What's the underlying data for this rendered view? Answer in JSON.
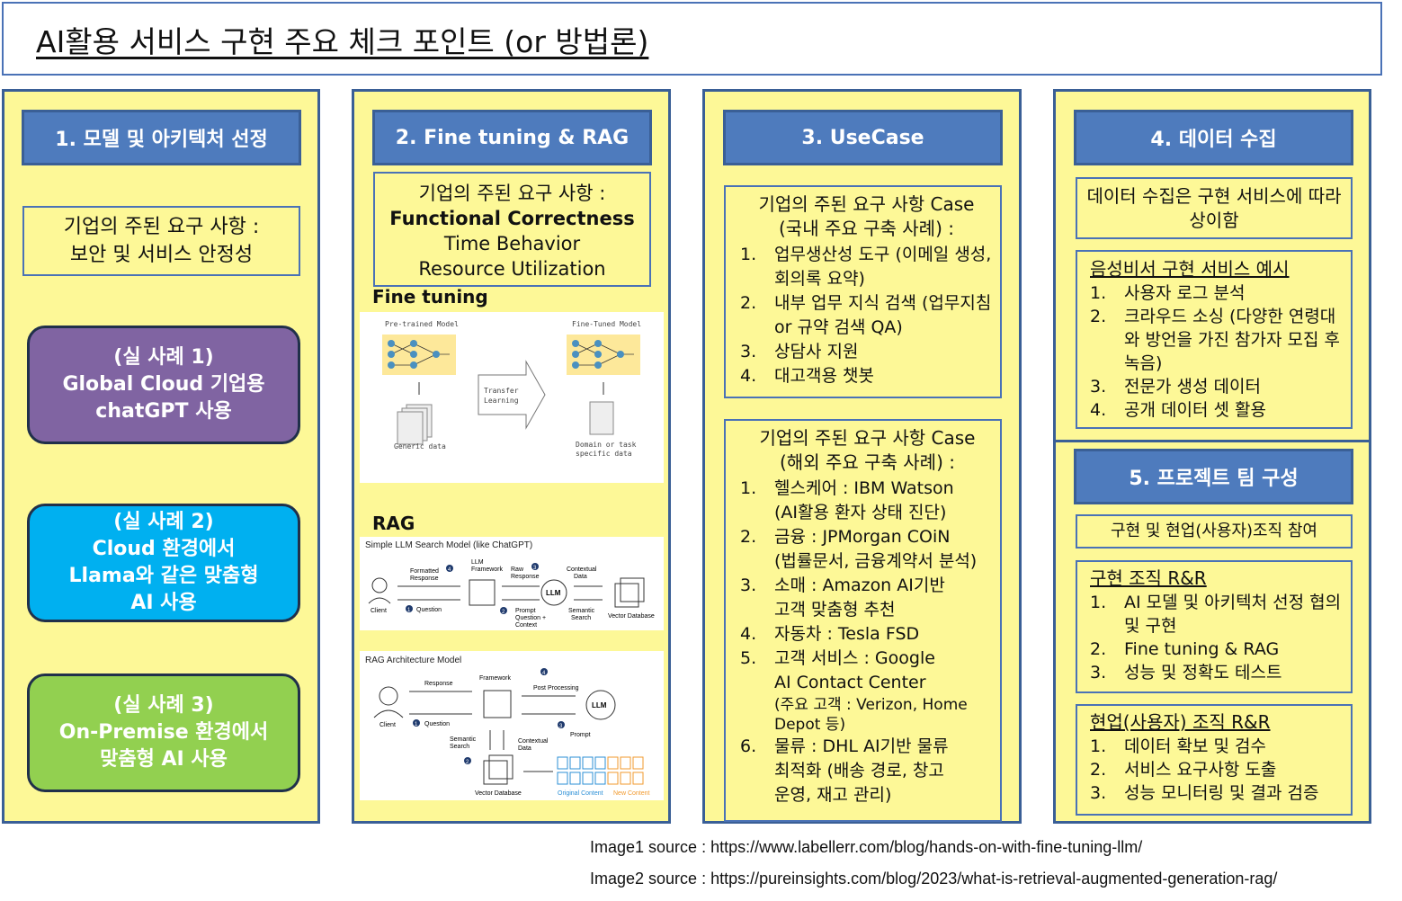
{
  "title": "AI활용 서비스 구현 주요 체크 포인트 (or 방법론)",
  "col1": {
    "header": "1. 모델 및 아키텍처 선정",
    "req_line1": "기업의 주된 요구 사항 :",
    "req_line2": "보안 및 서비스 안정성",
    "cases": [
      {
        "l1": "(실 사례 1)",
        "l2": "Global Cloud 기업용",
        "l3": "chatGPT 사용",
        "color": "#8064a2"
      },
      {
        "l1": "(실 사례 2)",
        "l2": "Cloud 환경에서",
        "l3": "Llama와 같은 맞춤형",
        "l4": "AI 사용",
        "color": "#00b0f0"
      },
      {
        "l1": "(실 사례 3)",
        "l2": "On-Premise 환경에서",
        "l3": "맞춤형 AI 사용",
        "color": "#92d050"
      }
    ]
  },
  "col2": {
    "header": "2. Fine tuning & RAG",
    "req_line1": "기업의 주된 요구 사항 :",
    "req_line2": "Functional Correctness",
    "req_line3": "Time Behavior",
    "req_line4": "Resource Utilization",
    "ft_label": "Fine tuning",
    "ft_image": {
      "pretrained": "Pre-trained Model",
      "finetuned": "Fine-Tuned Model",
      "transfer1": "Transfer",
      "transfer2": "Learning",
      "generic": "Generic data",
      "domain1": "Domain or task",
      "domain2": "specific data"
    },
    "rag_label": "RAG",
    "rag_img1": {
      "title": "Simple LLM Search Model (like ChatGPT)",
      "client": "Client",
      "question": "Question",
      "framework1": "LLM",
      "framework2": "Framework",
      "formatted1": "Formatted",
      "formatted2": "Response",
      "raw1": "Raw",
      "raw2": "Response",
      "prompt1": "Prompt",
      "prompt2": "Question +",
      "prompt3": "Context",
      "llm": "LLM",
      "contextual1": "Contextual",
      "contextual2": "Data",
      "semantic1": "Semantic",
      "semantic2": "Search",
      "vectordb": "Vector Database",
      "n1": "1",
      "n2": "2",
      "n3": "3",
      "n4": "4"
    },
    "rag_img2": {
      "title": "RAG Architecture Model",
      "response": "Response",
      "framework": "Framework",
      "postprocessing": "Post Processing",
      "llm": "LLM",
      "client": "Client",
      "question": "Question",
      "prompt": "Prompt",
      "semantic1": "Semantic",
      "semantic2": "Search",
      "contextual1": "Contextual",
      "contextual2": "Data",
      "vectordb": "Vector Database",
      "original": "Original Content",
      "newcontent": "New Content",
      "n1": "1",
      "n2": "2",
      "n3": "3",
      "n4": "4"
    }
  },
  "col3": {
    "header": "3. UseCase",
    "dom_title1": "기업의 주된 요구 사항 Case",
    "dom_title2": "(국내 주요 구축 사례) :",
    "domestic": [
      {
        "n": "1.",
        "t": "업무생산성 도구 (이메일 생성, 회의록 요약)"
      },
      {
        "n": "2.",
        "t": "내부 업무 지식 검색 (업무지침 or 규약 검색 QA)"
      },
      {
        "n": "3.",
        "t": "상담사 지원"
      },
      {
        "n": "4.",
        "t": "대고객용 챗봇"
      }
    ],
    "ovs_title1": "기업의 주된 요구 사항 Case",
    "ovs_title2": "(해외 주요 구축 사례) :",
    "overseas": [
      {
        "n": "1.",
        "t": "헬스케어 : IBM Watson",
        "t2": "(AI활용 환자 상태 진단)"
      },
      {
        "n": "2.",
        "t": "금융 : JPMorgan COiN",
        "t2": "(법률문서, 금융계약서 분석)"
      },
      {
        "n": "3.",
        "t": "소매 : Amazon AI기반",
        "t2": "고객 맞춤형 추천"
      },
      {
        "n": "4.",
        "t": "자동차 : Tesla FSD"
      },
      {
        "n": "5.",
        "t": "고객 서비스 : Google",
        "t2": "AI Contact Center",
        "t3": "(주요 고객 : Verizon, Home Depot 등)"
      },
      {
        "n": "6.",
        "t": "물류 : DHL AI기반 물류",
        "t2": "최적화 (배송 경로, 창고",
        "t4": "운영, 재고 관리)"
      }
    ]
  },
  "col4": {
    "header": "4. 데이터 수집",
    "note": "데이터 수집은 구현 서비스에 따라 상이함",
    "ex_title": "음성비서 구현 서비스 예시",
    "examples": [
      {
        "n": "1.",
        "t": "사용자 로그 분석"
      },
      {
        "n": "2.",
        "t": "크라우드 소싱 (다양한 연령대와 방언을 가진 참가자 모집 후 녹음)"
      },
      {
        "n": "3.",
        "t": "전문가 생성 데이터"
      },
      {
        "n": "4.",
        "t": "공개 데이터 셋 활용"
      }
    ],
    "team_header": "5. 프로젝트 팀 구성",
    "team_note": "구현 및 현업(사용자)조직 참여",
    "impl_title": "구현 조직 R&R",
    "impl": [
      {
        "n": "1.",
        "t": "AI 모델 및 아키텍처 선정 협의 및 구현"
      },
      {
        "n": "2.",
        "t": "Fine tuning & RAG"
      },
      {
        "n": "3.",
        "t": "성능 및 정확도 테스트"
      }
    ],
    "biz_title": "현업(사용자) 조직 R&R",
    "biz": [
      {
        "n": "1.",
        "t": "데이터 확보 및 검수"
      },
      {
        "n": "2.",
        "t": "서비스 요구사항 도출"
      },
      {
        "n": "3.",
        "t": "성능 모니터링 및 결과 검증"
      }
    ]
  },
  "sources": {
    "s1": "Image1 source : https://www.labellerr.com/blog/hands-on-with-fine-tuning-llm/",
    "s2": "Image2 source : https://pureinsights.com/blog/2023/what-is-retrieval-augmented-generation-rag/"
  },
  "colors": {
    "header_blue": "#4e7bbd",
    "panel_yellow": "#fdf897",
    "border_blue": "#3a5f96"
  }
}
